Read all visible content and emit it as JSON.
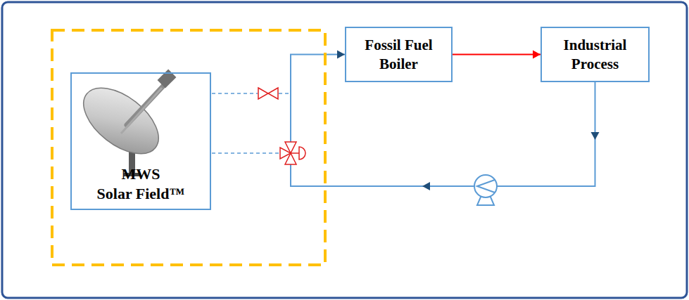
{
  "diagram": {
    "nodes": [
      {
        "text": [
          "MWS Solar Field™"
        ]
      },
      {
        "text": [
          "Fossil Fuel Boiler"
        ]
      },
      {
        "text": [
          "Industrial Process"
        ]
      }
    ],
    "edges": [
      {
        "from": 1,
        "to": 2,
        "arrow": "to"
      },
      {
        "from": 2,
        "to": 1,
        "arrow": "to"
      }
    ]
  }
}
